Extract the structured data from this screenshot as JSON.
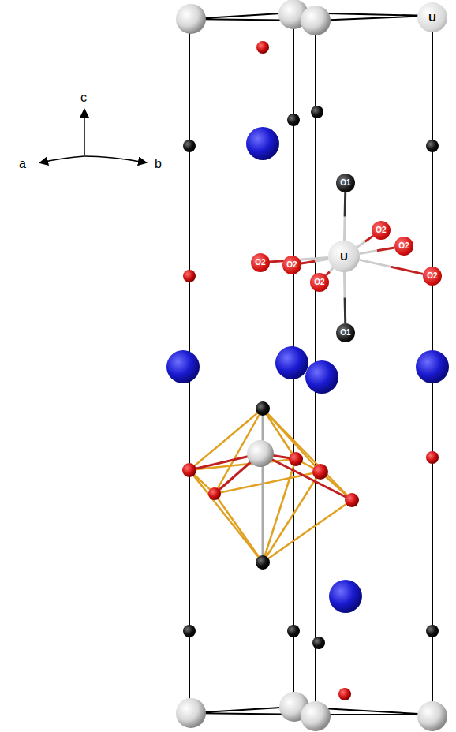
{
  "diagram": {
    "nodes": [
      {
        "text": [
          "U"
        ]
      },
      {
        "text": [
          "O1"
        ]
      },
      {
        "text": [
          "O2"
        ]
      },
      {
        "text": [
          "O2"
        ]
      },
      {
        "text": [
          "O2"
        ]
      },
      {
        "text": [
          "U"
        ]
      },
      {
        "text": [
          "O2"
        ]
      },
      {
        "text": [
          "O2"
        ]
      },
      {
        "text": [
          "O2"
        ]
      },
      {
        "text": [
          "O1"
        ]
      }
    ],
    "edges": [
      {
        "from": 5,
        "to": 1,
        "arrow": "none"
      },
      {
        "from": 5,
        "to": 2,
        "arrow": "none"
      },
      {
        "from": 5,
        "to": 3,
        "arrow": "none"
      },
      {
        "from": 5,
        "to": 4,
        "arrow": "none"
      },
      {
        "from": 5,
        "to": 6,
        "arrow": "none"
      },
      {
        "from": 5,
        "to": 7,
        "arrow": "none"
      },
      {
        "from": 5,
        "to": 8,
        "arrow": "none"
      },
      {
        "from": 5,
        "to": 9,
        "arrow": "none"
      }
    ],
    "labels": [
      "c",
      "a",
      "b"
    ]
  }
}
